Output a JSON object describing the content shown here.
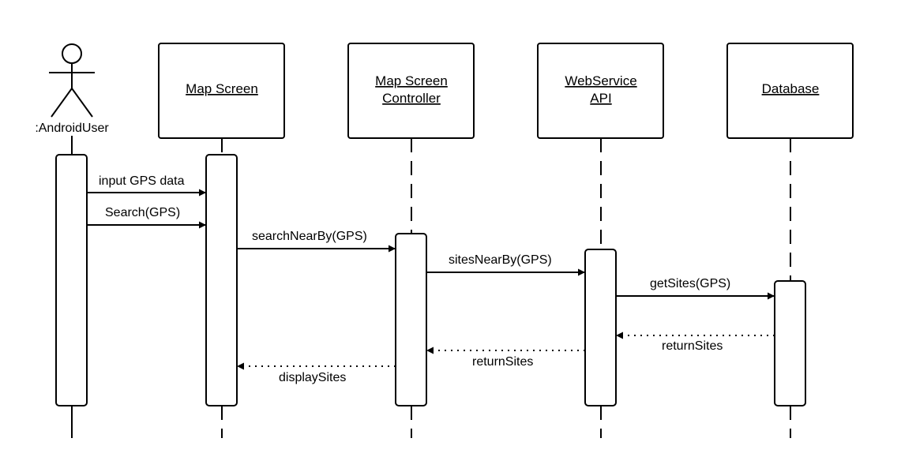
{
  "actor": {
    "label": ":AndroidUser"
  },
  "participants": [
    {
      "id": "map_screen",
      "lines": [
        "Map Screen"
      ]
    },
    {
      "id": "controller",
      "lines": [
        "Map Screen",
        "Controller"
      ]
    },
    {
      "id": "webservice",
      "lines": [
        "WebService",
        "API"
      ]
    },
    {
      "id": "database",
      "lines": [
        "Database"
      ]
    }
  ],
  "messages": [
    {
      "label": "input GPS data",
      "from": "actor",
      "to": "map_screen",
      "kind": "sync"
    },
    {
      "label": "Search(GPS)",
      "from": "actor",
      "to": "map_screen",
      "kind": "sync"
    },
    {
      "label": "searchNearBy(GPS)",
      "from": "map_screen",
      "to": "controller",
      "kind": "sync"
    },
    {
      "label": "sitesNearBy(GPS)",
      "from": "controller",
      "to": "webservice",
      "kind": "sync"
    },
    {
      "label": "getSites(GPS)",
      "from": "webservice",
      "to": "database",
      "kind": "sync"
    },
    {
      "label": "returnSites",
      "from": "database",
      "to": "webservice",
      "kind": "return"
    },
    {
      "label": "returnSites",
      "from": "webservice",
      "to": "controller",
      "kind": "return"
    },
    {
      "label": "displaySites",
      "from": "controller",
      "to": "map_screen",
      "kind": "return"
    }
  ]
}
